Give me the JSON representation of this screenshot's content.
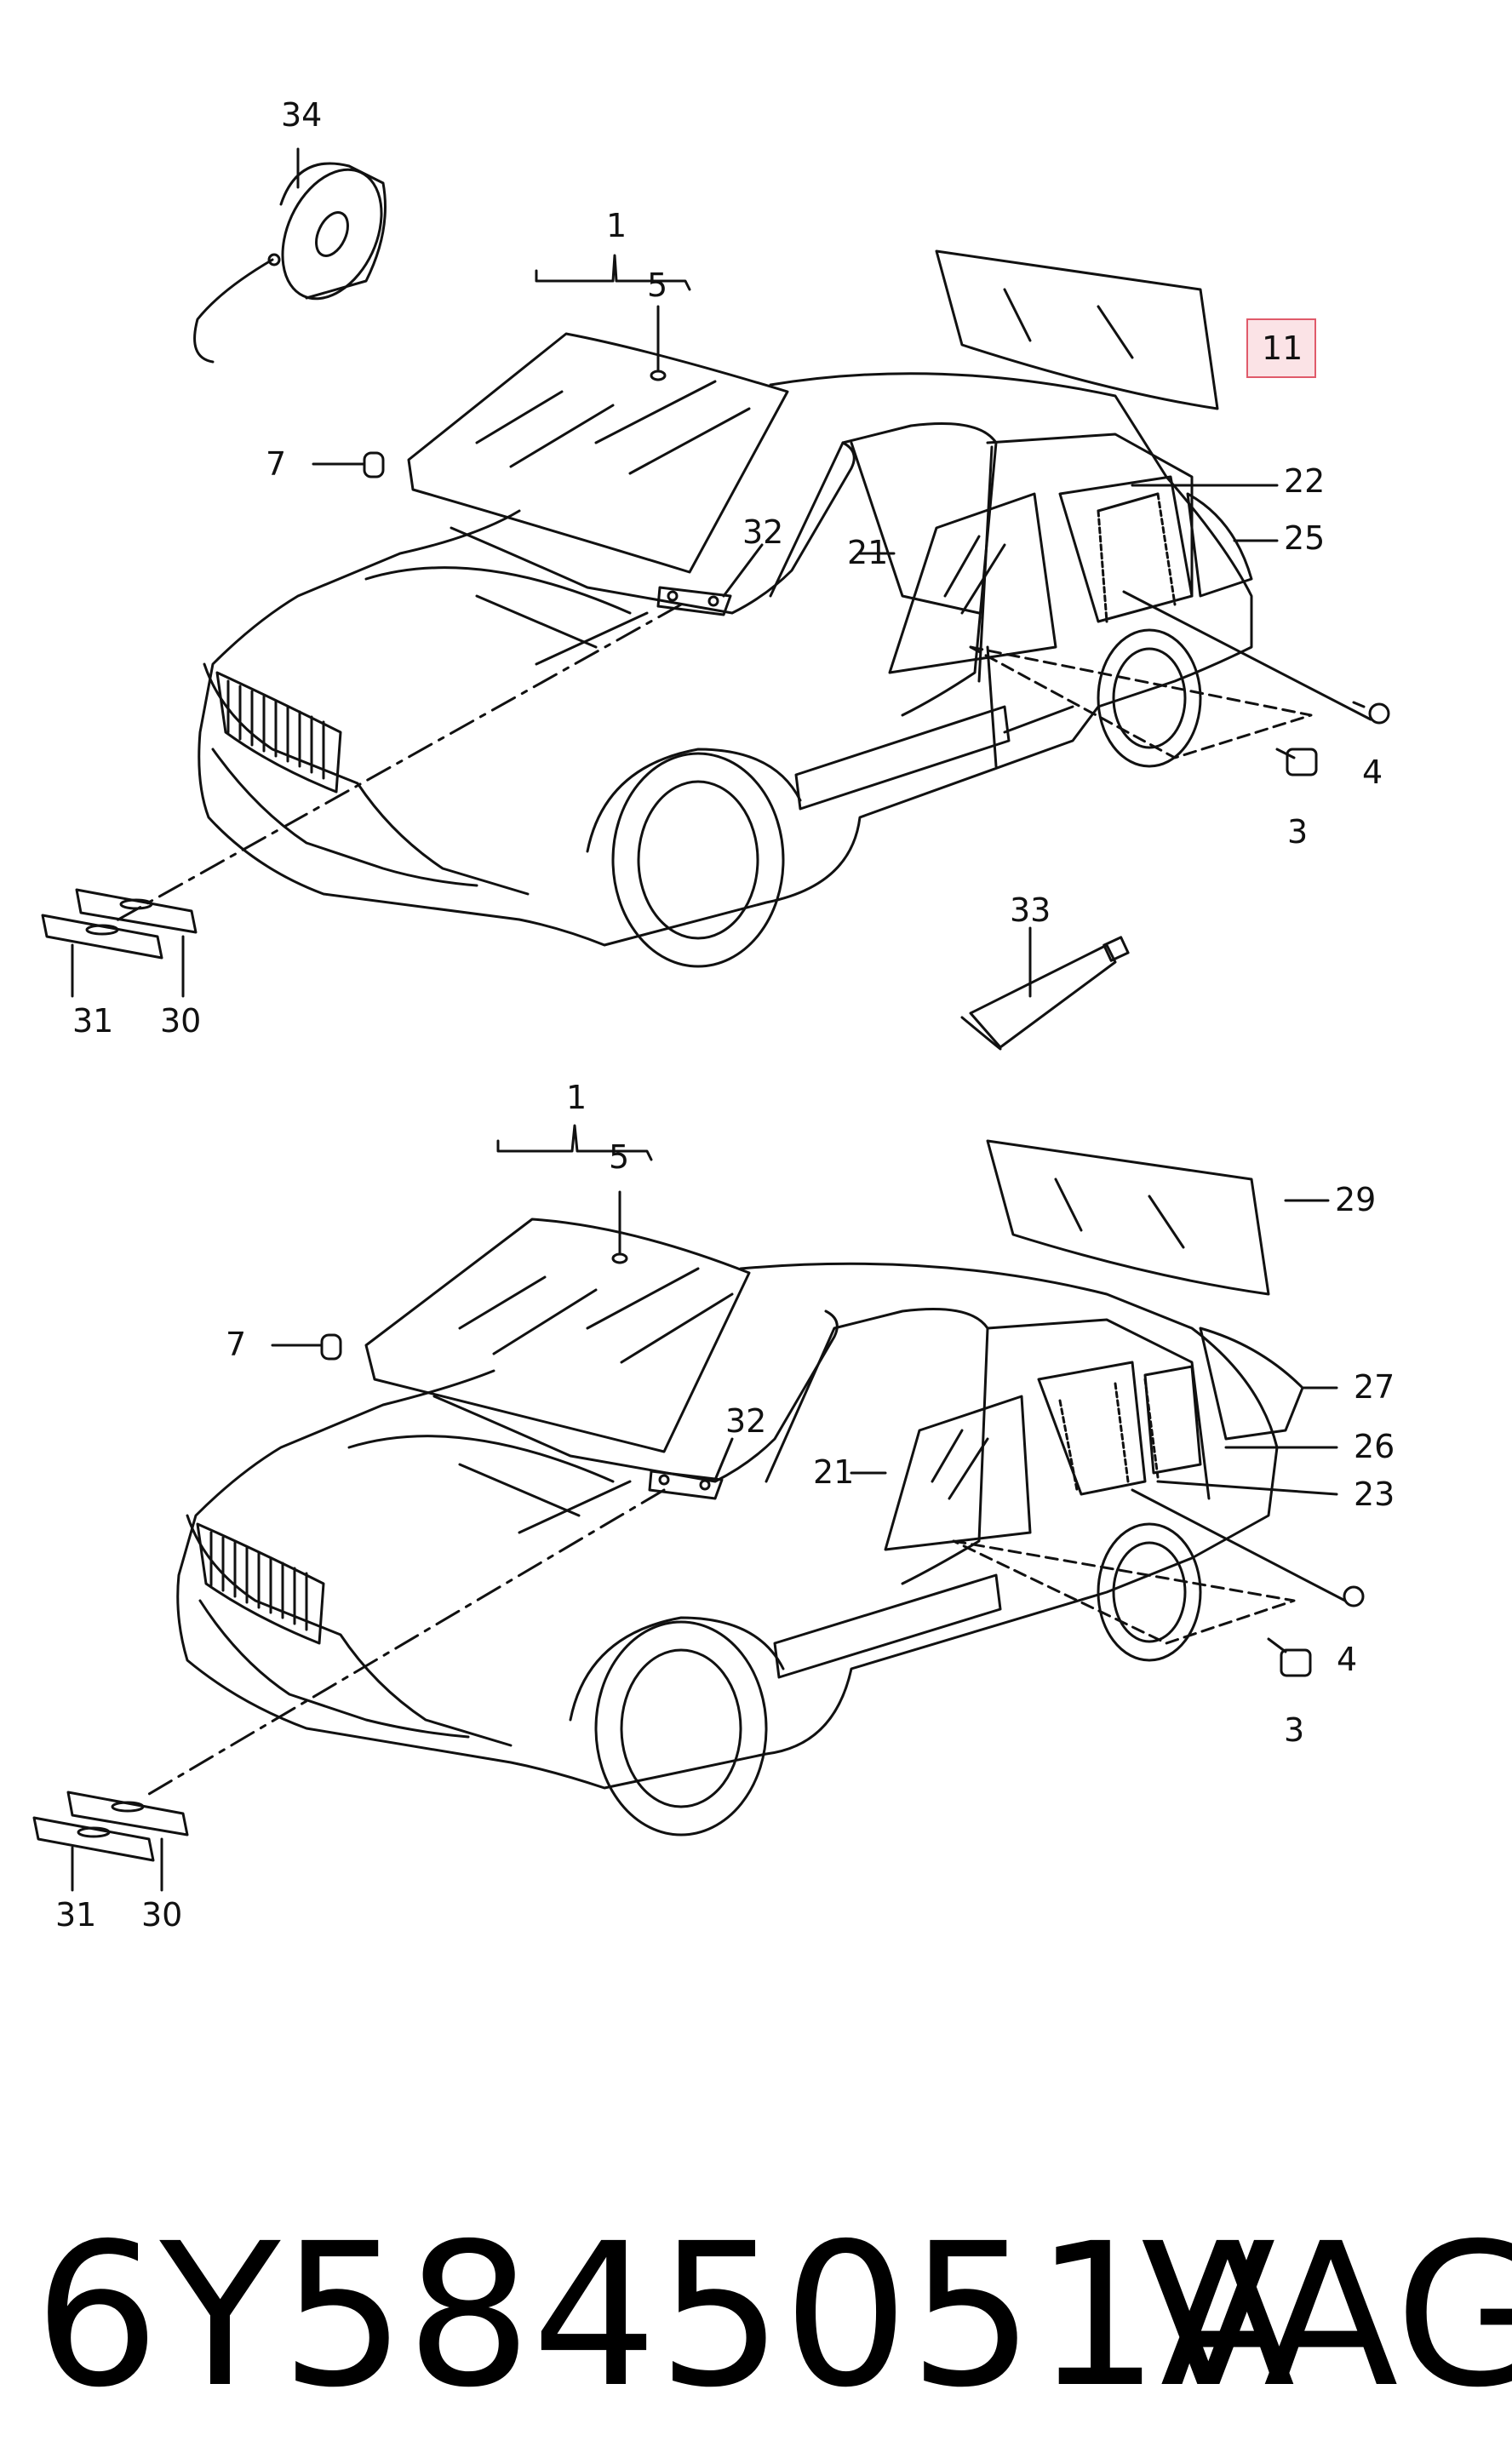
{
  "diagram": {
    "top_callouts": [
      "34",
      "1",
      "5",
      "7",
      "11",
      "22",
      "32",
      "21",
      "25",
      "4",
      "3",
      "33",
      "31",
      "30"
    ],
    "bottom_callouts": [
      "1",
      "5",
      "29",
      "7",
      "27",
      "32",
      "26",
      "21",
      "23",
      "4",
      "3",
      "31",
      "30"
    ],
    "highlighted_callout": "11",
    "highlight_color": "#e05a6a",
    "highlight_fill": "#fbe3e6",
    "line_color": "#111111"
  },
  "footer": {
    "part_number": "6Y5845051A",
    "brand": "VAG"
  }
}
